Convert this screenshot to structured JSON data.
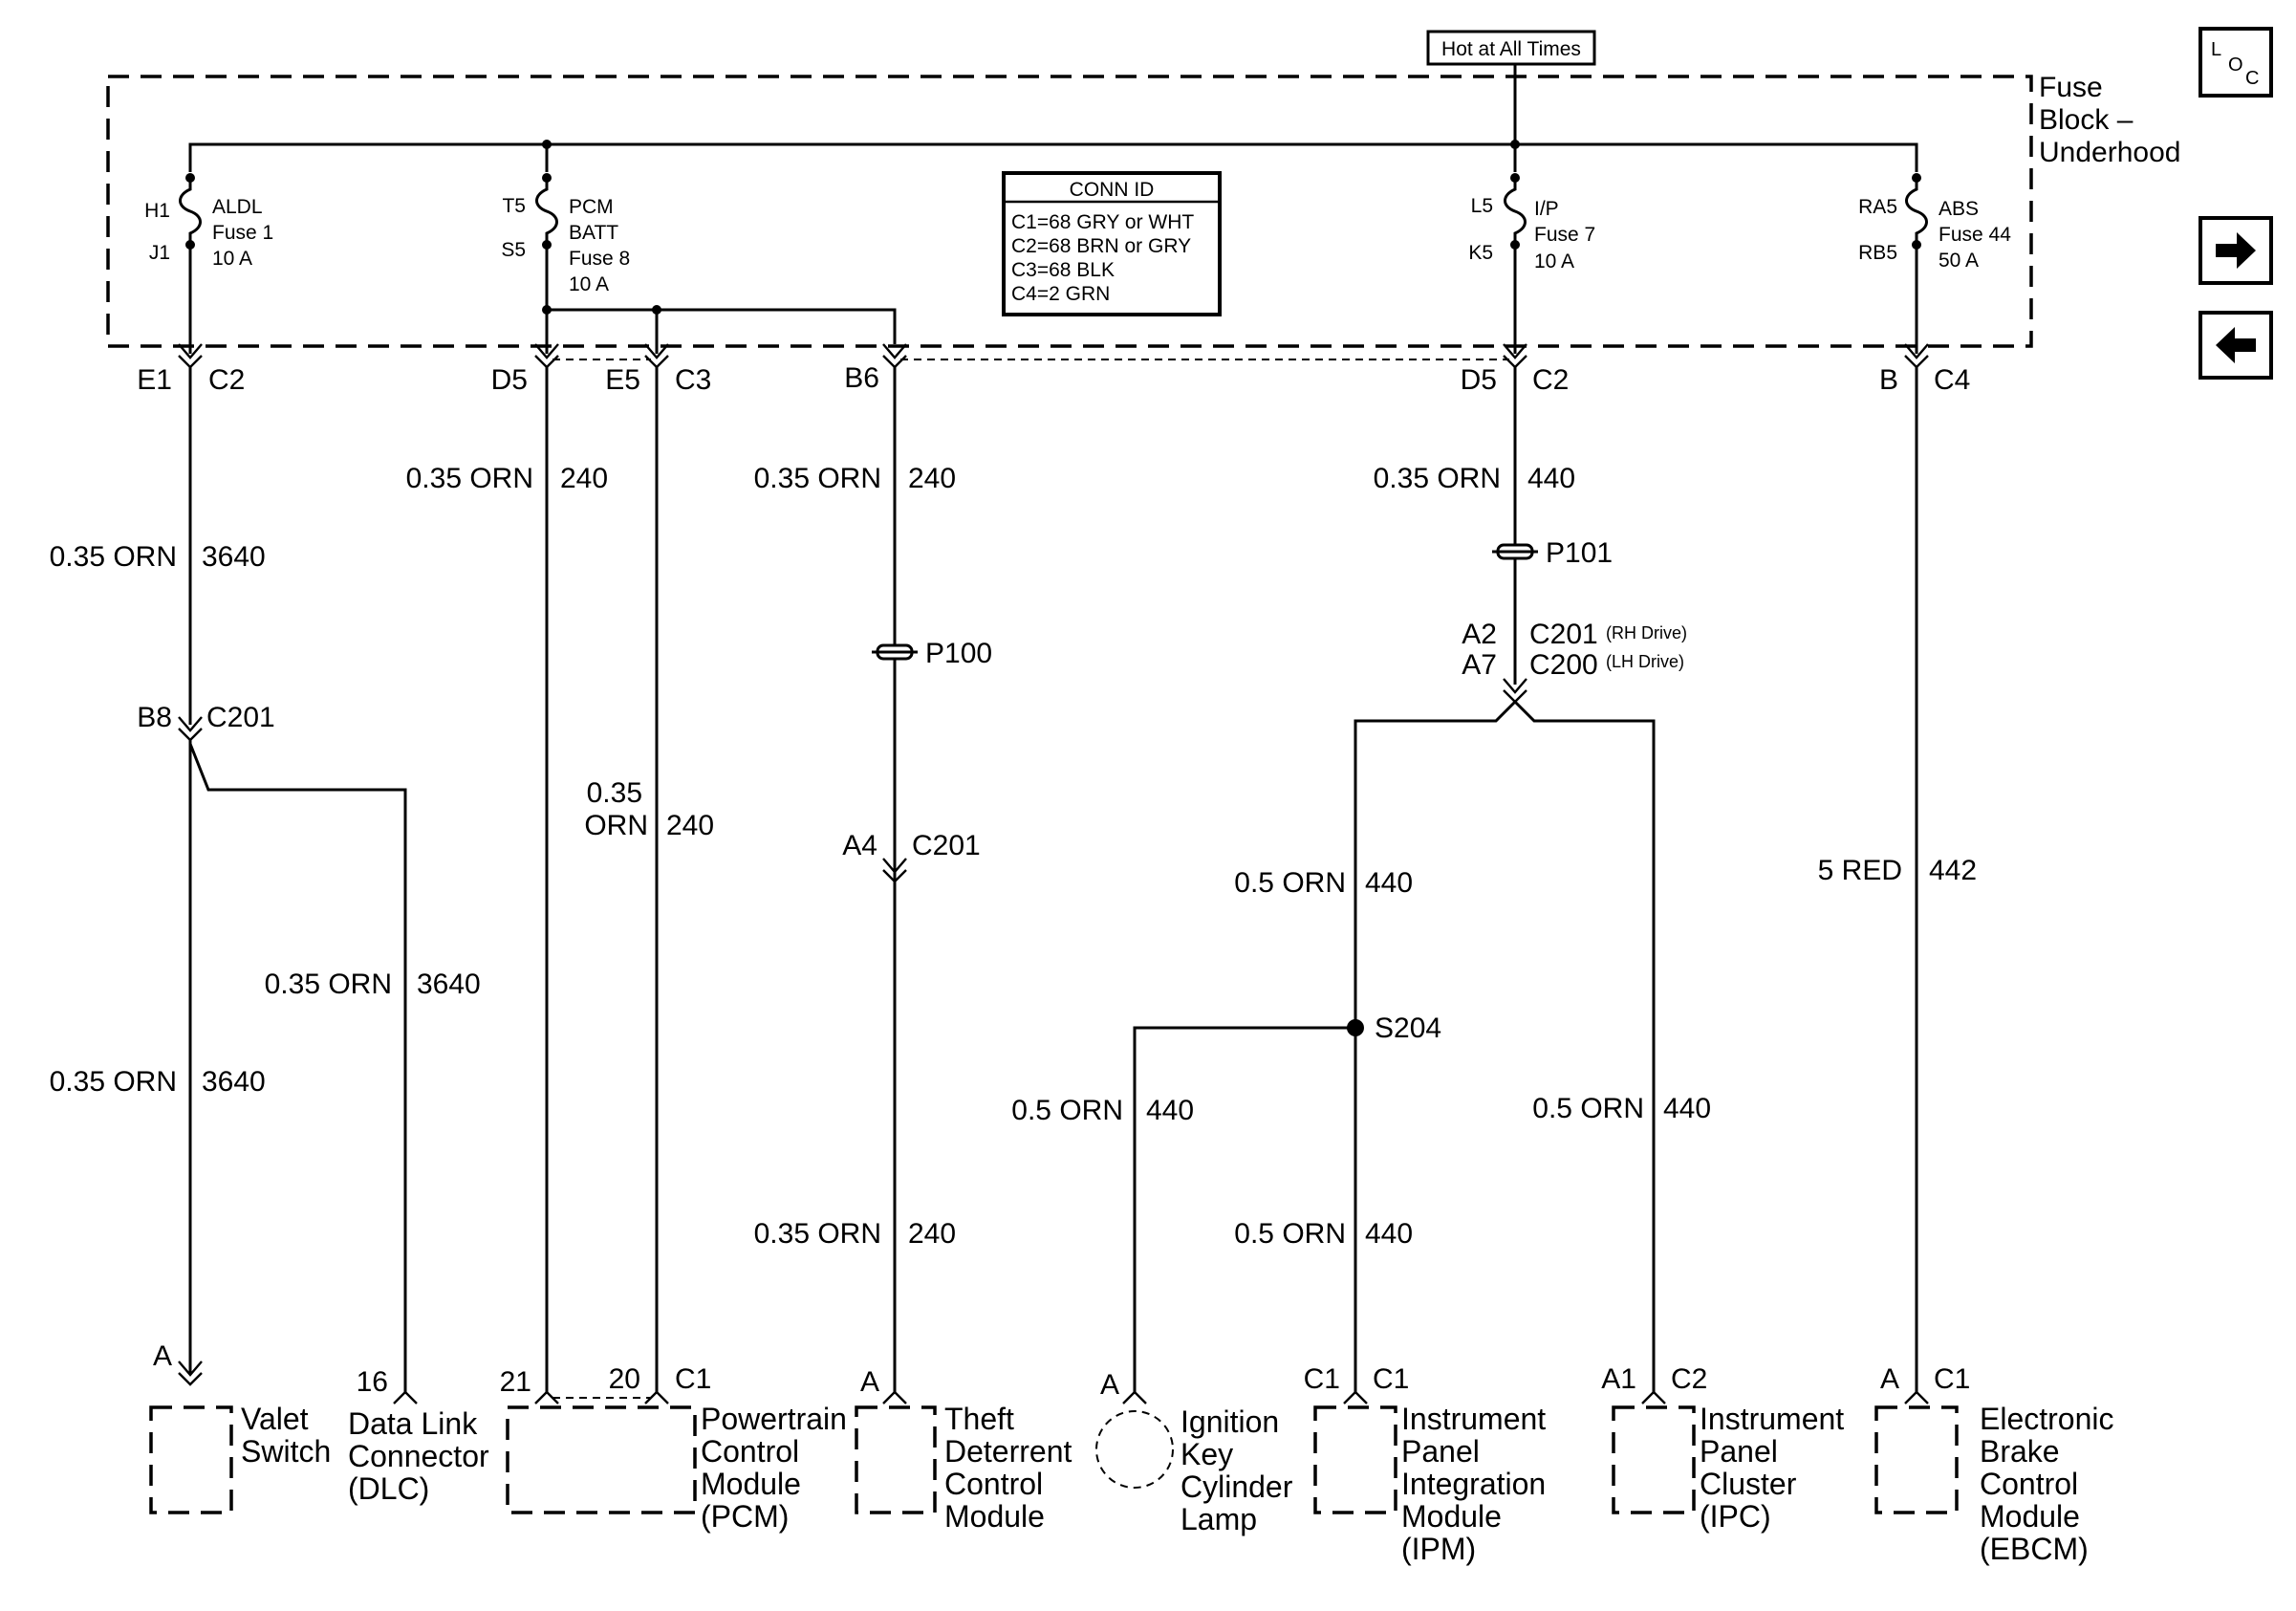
{
  "top_tag": "Hot at All Times",
  "fuse_block": [
    "Fuse",
    "Block –",
    "Underhood"
  ],
  "nav": {
    "loc_L": "L",
    "loc_O": "O",
    "loc_C": "C"
  },
  "conn_id": {
    "title": "CONN ID",
    "rows": [
      "C1=68 GRY or WHT",
      "C2=68 BRN or GRY",
      "C3=68 BLK",
      "C4=2 GRN"
    ]
  },
  "fuses": {
    "aldl": {
      "pin_top": "H1",
      "pin_bot": "J1",
      "lines": [
        "ALDL",
        "Fuse 1",
        "10 A"
      ]
    },
    "pcm": {
      "pin_top": "T5",
      "pin_bot": "S5",
      "lines": [
        "PCM",
        "BATT",
        "Fuse 8",
        "10 A"
      ]
    },
    "ip": {
      "pin_top": "L5",
      "pin_bot": "K5",
      "lines": [
        "I/P",
        "Fuse 7",
        "10 A"
      ]
    },
    "abs": {
      "pin_top": "RA5",
      "pin_bot": "RB5",
      "lines": [
        "ABS",
        "Fuse 44",
        "50 A"
      ]
    }
  },
  "block_connectors": [
    {
      "pin": "E1",
      "conn": "C2"
    },
    {
      "pin": "D5",
      "conn": ""
    },
    {
      "pin": "E5",
      "conn": "C3"
    },
    {
      "pin": "B6",
      "conn": ""
    },
    {
      "pin": "D5",
      "conn": "C2"
    },
    {
      "pin": "B",
      "conn": "C4"
    }
  ],
  "wires": {
    "w1a": {
      "gauge": "0.35 ORN",
      "circuit": "3640"
    },
    "w1b": {
      "gauge": "0.35 ORN",
      "circuit": "3640"
    },
    "dlc": {
      "gauge": "0.35 ORN",
      "circuit": "3640"
    },
    "pcm1": {
      "gauge": "0.35 ORN",
      "circuit": "240"
    },
    "pcm2_a": "0.35",
    "pcm2_b": "ORN",
    "pcm2_c": "240",
    "td1": {
      "gauge": "0.35 ORN",
      "circuit": "240"
    },
    "td2": {
      "gauge": "0.35 ORN",
      "circuit": "240"
    },
    "ip1": {
      "gauge": "0.35 ORN",
      "circuit": "440"
    },
    "ip2": {
      "gauge": "0.5 ORN",
      "circuit": "440"
    },
    "key": {
      "gauge": "0.5 ORN",
      "circuit": "440"
    },
    "ipm": {
      "gauge": "0.5 ORN",
      "circuit": "440"
    },
    "ipc": {
      "gauge": "0.5 ORN",
      "circuit": "440"
    },
    "abs": {
      "gauge": "5 RED",
      "circuit": "442"
    }
  },
  "inline": {
    "c201_pin": "B8",
    "c201": "C201",
    "p100": "P100",
    "td_pin": "A4",
    "td_conn": "C201",
    "p101": "P101",
    "a2": "A2",
    "a7": "A7",
    "c201_rh": "C201",
    "rh_note": "(RH Drive)",
    "c200_lh": "C200",
    "lh_note": "(LH Drive)",
    "s204": "S204"
  },
  "components": {
    "valet": {
      "pin": "A",
      "conn": "",
      "lines": [
        "Valet",
        "Switch"
      ]
    },
    "dlc": {
      "pin": "16",
      "conn": "",
      "lines": [
        "Data Link",
        "Connector",
        "(DLC)"
      ]
    },
    "pcm": {
      "pin1": "21",
      "pin2": "20",
      "conn": "C1",
      "lines": [
        "Powertrain",
        "Control",
        "Module",
        "(PCM)"
      ]
    },
    "tdcm": {
      "pin": "A",
      "conn": "",
      "lines": [
        "Theft",
        "Deterrent",
        "Control",
        "Module"
      ]
    },
    "lamp": {
      "pin": "A",
      "conn": "",
      "lines": [
        "Ignition",
        "Key",
        "Cylinder",
        "Lamp"
      ]
    },
    "ipm": {
      "pin": "C1",
      "conn": "C1",
      "lines": [
        "Instrument",
        "Panel",
        "Integration",
        "Module",
        "(IPM)"
      ]
    },
    "ipc": {
      "pin": "A1",
      "conn": "C2",
      "lines": [
        "Instrument",
        "Panel",
        "Cluster",
        "(IPC)"
      ]
    },
    "ebcm": {
      "pin": "A",
      "conn": "C1",
      "lines": [
        "Electronic",
        "Brake",
        "Control",
        "Module",
        "(EBCM)"
      ]
    }
  }
}
